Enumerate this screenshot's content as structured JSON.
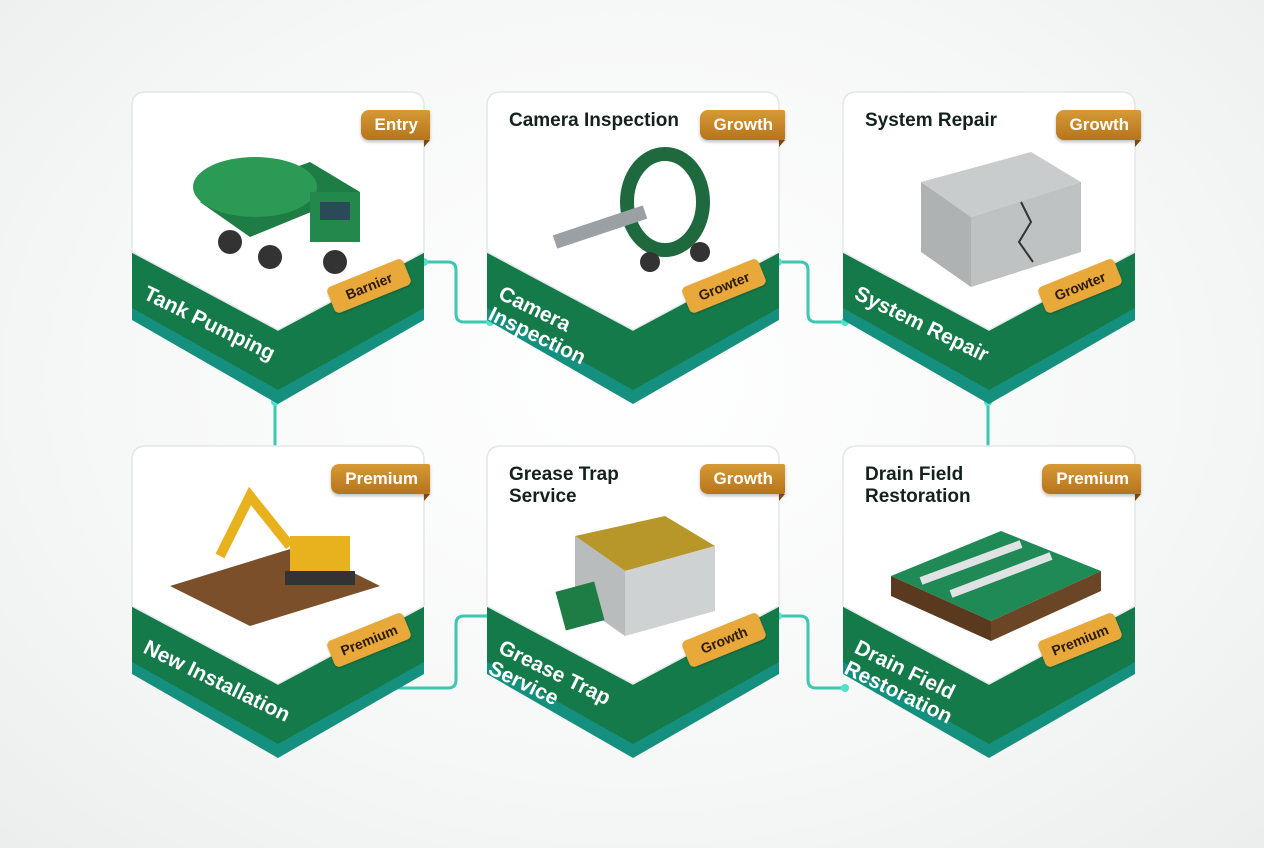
{
  "colors": {
    "card_green": "#1f8a55",
    "band_green": "#157a4a",
    "teal_base": "#1a9c8a",
    "badge_gold": "#c98a2b",
    "connector": "#27c1a8"
  },
  "cards": [
    {
      "title": "",
      "badge": "Entry",
      "band_label": "Tank Pumping",
      "band_tag": "Barnier",
      "illustration": "septic-pump-truck-icon"
    },
    {
      "title": "Camera Inspection",
      "badge": "Growth",
      "band_label": "Camera Inspection",
      "band_tag": "Growter",
      "illustration": "pipe-camera-reel-icon"
    },
    {
      "title": "System Repair",
      "badge": "Growth",
      "band_label": "System Repair",
      "band_tag": "Growter",
      "illustration": "cracked-tank-repair-icon"
    },
    {
      "title": "",
      "badge": "Premium",
      "band_label": "New Installation",
      "band_tag": "Premium",
      "illustration": "excavator-icon"
    },
    {
      "title": "Grease Trap Service",
      "badge": "Growth",
      "band_label": "Grease Trap Service",
      "band_tag": "Growth",
      "illustration": "grease-trap-icon"
    },
    {
      "title": "Drain Field Restoration",
      "badge": "Premium",
      "band_label": "Drain Field Restoration",
      "band_tag": "Premium",
      "illustration": "drain-field-icon"
    }
  ]
}
